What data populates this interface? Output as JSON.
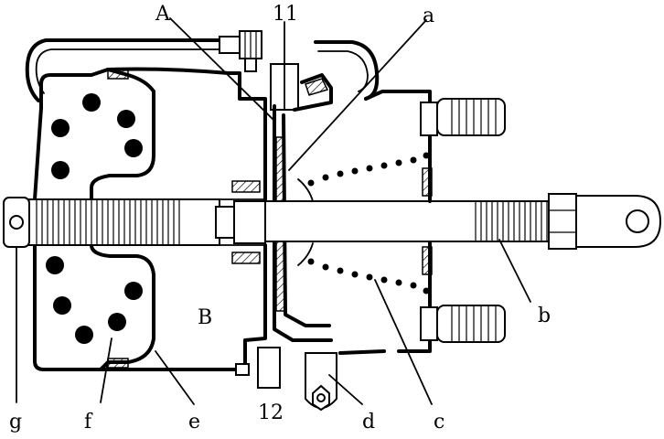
{
  "labels": {
    "A": "A",
    "n11": "11",
    "a": "a",
    "B": "B",
    "b": "b",
    "c": "c",
    "d": "d",
    "e": "e",
    "f": "f",
    "g": "g",
    "n12": "12"
  },
  "colors": {
    "ink": "#000000",
    "paper": "#ffffff"
  }
}
